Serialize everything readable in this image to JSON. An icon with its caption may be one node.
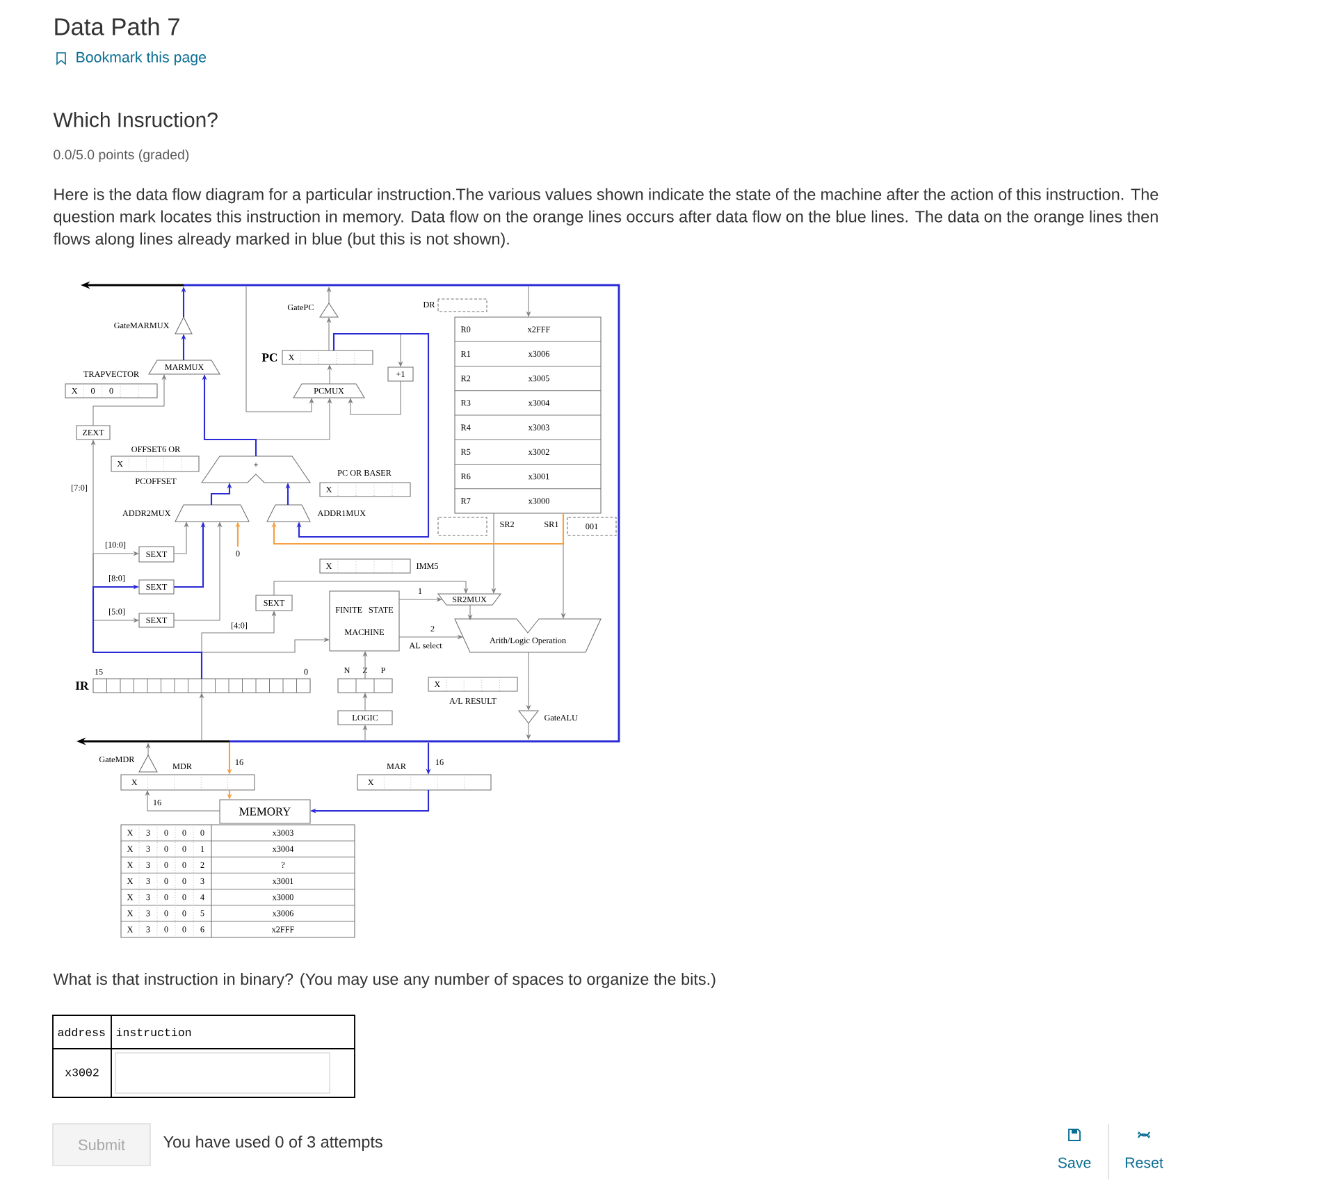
{
  "diagram": {
    "title": "Data Path 7",
    "nodes": [
      {
        "text": [],
        "shape": "triangle",
        "beside": [
          "GateMARMUX"
        ]
      },
      {
        "text": [
          "MARMUX"
        ]
      },
      {
        "text": [
          "X",
          "0",
          "0"
        ],
        "beside": [
          "TRAPVECTOR"
        ]
      },
      {
        "text": [
          "ZEXT"
        ]
      },
      {
        "text": [],
        "shape": "triangle",
        "beside": [
          "GatePC"
        ]
      },
      {
        "text": [
          "X"
        ],
        "beside": [
          "PC"
        ]
      },
      {
        "text": [
          "+1"
        ]
      },
      {
        "text": [
          "PCMUX"
        ]
      },
      {
        "text": [],
        "shape": "box",
        "beside": [
          "DR"
        ]
      },
      {
        "text": [
          "R0",
          "x2FFF",
          "R1",
          "x3006",
          "R2",
          "x3005",
          "R3",
          "x3004",
          "R4",
          "x3003",
          "R5",
          "x3002",
          "R6",
          "x3001",
          "R7",
          "x3000"
        ]
      },
      {
        "text": [
          "X"
        ],
        "beside": [
          "OFFSET6 OR",
          "PCOFFSET"
        ]
      },
      {
        "text": [
          "+"
        ]
      },
      {
        "text": [
          "X"
        ],
        "beside": [
          "PC OR BASER"
        ]
      },
      {
        "text": [],
        "shape": "trapezoid",
        "beside": [
          "ADDR2MUX"
        ]
      },
      {
        "text": [],
        "shape": "trapezoid",
        "beside": [
          "ADDR1MUX"
        ]
      },
      {
        "text": [],
        "shape": "box",
        "beside": [
          "SR2"
        ]
      },
      {
        "text": [
          "001"
        ],
        "beside": [
          "SR1"
        ]
      },
      {
        "text": [
          "SEXT"
        ]
      },
      {
        "text": [
          "SEXT"
        ]
      },
      {
        "text": [
          "SEXT"
        ]
      },
      {
        "text": [
          "0"
        ]
      },
      {
        "text": [
          "X"
        ],
        "beside": [
          "IMM5"
        ]
      },
      {
        "text": [
          "SEXT"
        ]
      },
      {
        "text": [
          "FINITE STATE MACHINE"
        ]
      },
      {
        "text": [
          "SR2MUX"
        ]
      },
      {
        "text": [
          "Arith/Logic Operation"
        ]
      },
      {
        "text": [],
        "shape": "box",
        "beside": [
          "IR",
          "15",
          "0"
        ]
      },
      {
        "text": [],
        "shape": "box",
        "beside": [
          "N",
          "Z",
          "P"
        ]
      },
      {
        "text": [
          "LOGIC"
        ]
      },
      {
        "text": [
          "X"
        ],
        "beside": [
          "A/L RESULT"
        ]
      },
      {
        "text": [],
        "shape": "triangle",
        "beside": [
          "GateALU"
        ]
      },
      {
        "text": [],
        "shape": "triangle",
        "beside": [
          "GateMDR"
        ]
      },
      {
        "text": [
          "X"
        ],
        "beside": [
          "MDR"
        ]
      },
      {
        "text": [
          "X"
        ],
        "beside": [
          "MAR"
        ]
      },
      {
        "text": [
          "MEMORY"
        ]
      }
    ],
    "edges": [
      {
        "from": 0,
        "to": null,
        "arrow": "to",
        "color": "#2b2bd6"
      },
      {
        "from": 1,
        "to": 0,
        "arrow": "to",
        "color": "#2b2bd6"
      },
      {
        "from": 3,
        "to": 1,
        "arrow": "to"
      },
      {
        "from": 11,
        "to": 1,
        "arrow": "to",
        "color": "#2b2bd6"
      },
      {
        "from": 11,
        "to": 7,
        "arrow": "to"
      },
      {
        "from": null,
        "to": 7,
        "arrow": "to"
      },
      {
        "from": 6,
        "to": 7,
        "arrow": "to"
      },
      {
        "from": 7,
        "to": 5,
        "arrow": "to"
      },
      {
        "from": 5,
        "to": 4,
        "arrow": "to"
      },
      {
        "from": 4,
        "to": null,
        "arrow": "to"
      },
      {
        "from": 5,
        "to": 6,
        "arrow": "to"
      },
      {
        "from": 5,
        "to": 14,
        "arrow": "to",
        "color": "#2b2bd6"
      },
      {
        "from": null,
        "to": 9,
        "arrow": "to"
      },
      {
        "from": 9,
        "to": 24,
        "arrow": "to"
      },
      {
        "from": 9,
        "to": 25,
        "arrow": "to"
      },
      {
        "from": 9,
        "to": 14,
        "arrow": "to",
        "color": "#f5a042"
      },
      {
        "from": 14,
        "to": 11,
        "arrow": "to",
        "color": "#2b2bd6"
      },
      {
        "from": 13,
        "to": 11,
        "arrow": "to",
        "color": "#2b2bd6"
      },
      {
        "from": 17,
        "to": 13,
        "arrow": "to"
      },
      {
        "from": 18,
        "to": 13,
        "arrow": "to",
        "color": "#2b2bd6"
      },
      {
        "from": 19,
        "to": 13,
        "arrow": "to"
      },
      {
        "from": 20,
        "to": 13,
        "arrow": "to",
        "color": "#f5a042"
      },
      {
        "from": 26,
        "to": 17,
        "arrow": "to",
        "label": "[10:0]"
      },
      {
        "from": 26,
        "to": 18,
        "arrow": "to",
        "label": "[8:0]",
        "color": "#2b2bd6"
      },
      {
        "from": 26,
        "to": 19,
        "arrow": "to",
        "label": "[5:0]"
      },
      {
        "from": 26,
        "to": 3,
        "arrow": "to",
        "label": "[7:0]"
      },
      {
        "from": 26,
        "to": 22,
        "arrow": "to",
        "label": "[4:0]"
      },
      {
        "from": 26,
        "to": 23,
        "arrow": "to"
      },
      {
        "from": 22,
        "to": 24,
        "arrow": "to"
      },
      {
        "from": 23,
        "to": 24,
        "arrow": "to",
        "label": "1"
      },
      {
        "from": 23,
        "to": 25,
        "arrow": "to",
        "label": "2"
      },
      {
        "from": 24,
        "to": 25,
        "arrow": "to"
      },
      {
        "from": 25,
        "to": 30,
        "arrow": "to"
      },
      {
        "from": 30,
        "to": null,
        "arrow": "to"
      },
      {
        "from": null,
        "to": 28,
        "arrow": "to"
      },
      {
        "from": 28,
        "to": 27,
        "arrow": "to"
      },
      {
        "from": 27,
        "to": 23,
        "arrow": "to"
      },
      {
        "from": null,
        "to": 26,
        "arrow": "to"
      },
      {
        "from": 31,
        "to": null,
        "arrow": "to"
      },
      {
        "from": null,
        "to": 32,
        "arrow": "to",
        "label": "16",
        "color": "#f5a042"
      },
      {
        "from": 32,
        "to": 34,
        "arrow": "to",
        "color": "#f5a042"
      },
      {
        "from": 34,
        "to": 32,
        "arrow": "to",
        "label": "16"
      },
      {
        "from": null,
        "to": 33,
        "arrow": "to",
        "label": "16",
        "color": "#2b2bd6"
      },
      {
        "from": 33,
        "to": 34,
        "arrow": "to",
        "color": "#2b2bd6"
      }
    ],
    "labels": [
      "Bookmark this page",
      "Which Insruction?",
      "0.0/5.0 points (graded)",
      "Here is the data flow diagram for a particular instruction.The various values shown indicate the state of the machine after the action of this instruction. The question mark locates this instruction in memory. Data flow on the orange lines occurs after data flow on the blue lines. The data on the orange lines then flows along lines already marked in blue (but this is not shown).",
      "AL select",
      "X",
      "3",
      "0",
      "0",
      "0",
      "x3003",
      "X",
      "3",
      "0",
      "0",
      "1",
      "x3004",
      "X",
      "3",
      "0",
      "0",
      "2",
      "?",
      "X",
      "3",
      "0",
      "0",
      "3",
      "x3001",
      "X",
      "3",
      "0",
      "0",
      "4",
      "x3000",
      "X",
      "3",
      "0",
      "0",
      "5",
      "x3006",
      "X",
      "3",
      "0",
      "0",
      "6",
      "x2FFF",
      "What is that instruction in binary? (You may use any number of spaces to organize the bits.)",
      "address",
      "instruction",
      "x3002",
      "Submit",
      "You have used 0 of 3 attempts",
      "Save",
      "Reset"
    ]
  }
}
